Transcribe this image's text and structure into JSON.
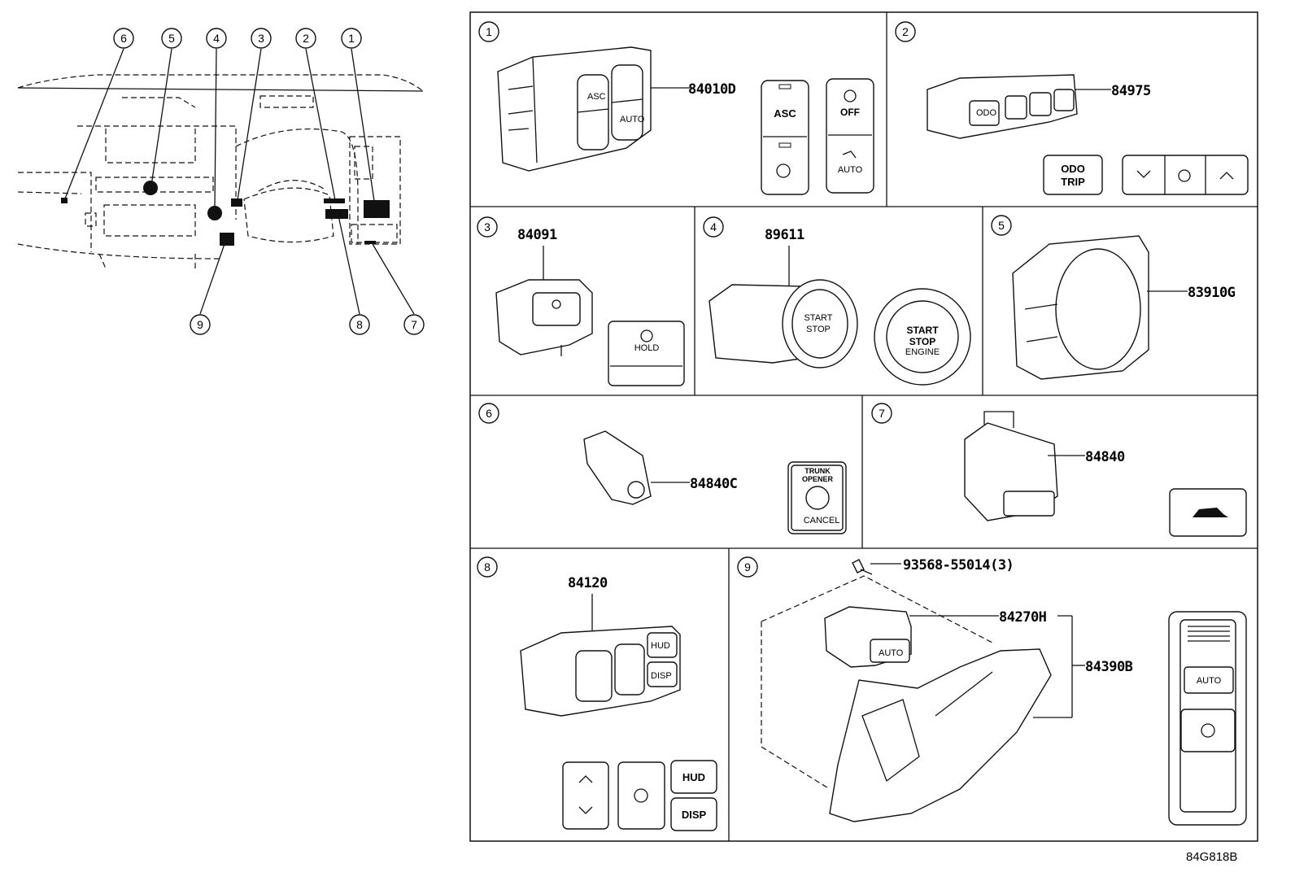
{
  "overview": {
    "callouts": [
      "6",
      "5",
      "4",
      "3",
      "2",
      "1",
      "9",
      "8",
      "7"
    ]
  },
  "panels": [
    {
      "index": "1",
      "parts": [
        "84010D"
      ],
      "buttons": {
        "asc": "ASC",
        "off": "OFF",
        "auto": "AUTO"
      }
    },
    {
      "index": "2",
      "parts": [
        "84975"
      ],
      "buttons": {
        "odo": "ODO",
        "trip": "TRIP"
      }
    },
    {
      "index": "3",
      "parts": [
        "84091"
      ],
      "buttons": {
        "hold": "HOLD"
      }
    },
    {
      "index": "4",
      "parts": [
        "89611"
      ],
      "buttons": {
        "start": "START",
        "stop": "STOP",
        "engine": "ENGINE"
      }
    },
    {
      "index": "5",
      "parts": [
        "83910G"
      ]
    },
    {
      "index": "6",
      "parts": [
        "84840C"
      ],
      "buttons": {
        "trunk": "TRUNK",
        "opener": "OPENER",
        "cancel": "CANCEL"
      }
    },
    {
      "index": "7",
      "parts": [
        "84840"
      ]
    },
    {
      "index": "8",
      "parts": [
        "84120"
      ],
      "buttons": {
        "hud": "HUD",
        "disp": "DISP"
      }
    },
    {
      "index": "9",
      "parts": [
        "93568-55014(3)",
        "84270H",
        "84390B"
      ],
      "buttons": {
        "auto": "AUTO"
      }
    }
  ],
  "footer": {
    "code": "84G818B"
  }
}
